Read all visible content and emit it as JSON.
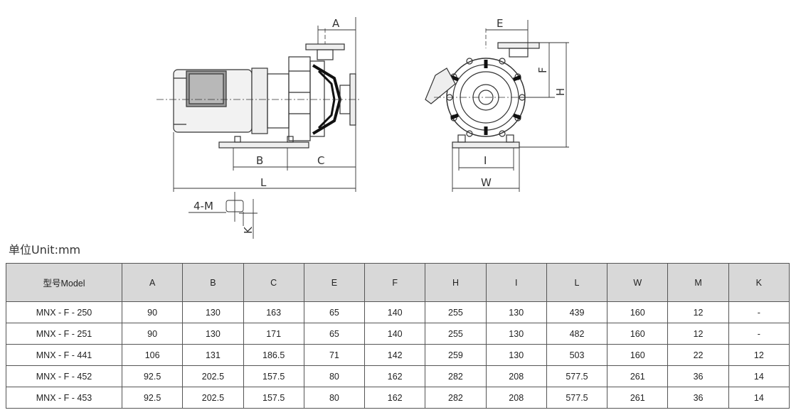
{
  "drawing": {
    "side_labels": {
      "A": "A",
      "B": "B",
      "C": "C",
      "L": "L",
      "M": "4-M",
      "K": "K"
    },
    "front_labels": {
      "E": "E",
      "F": "F",
      "H": "H",
      "I": "I",
      "W": "W"
    }
  },
  "unit_text": "单位Unit:mm",
  "table": {
    "headers": [
      "型号Model",
      "A",
      "B",
      "C",
      "E",
      "F",
      "H",
      "I",
      "L",
      "W",
      "M",
      "K"
    ],
    "rows": [
      [
        "MNX - F - 250",
        "90",
        "130",
        "163",
        "65",
        "140",
        "255",
        "130",
        "439",
        "160",
        "12",
        "-"
      ],
      [
        "MNX - F - 251",
        "90",
        "130",
        "171",
        "65",
        "140",
        "255",
        "130",
        "482",
        "160",
        "12",
        "-"
      ],
      [
        "MNX - F - 441",
        "106",
        "131",
        "186.5",
        "71",
        "142",
        "259",
        "130",
        "503",
        "160",
        "22",
        "12"
      ],
      [
        "MNX - F - 452",
        "92.5",
        "202.5",
        "157.5",
        "80",
        "162",
        "282",
        "208",
        "577.5",
        "261",
        "36",
        "14"
      ],
      [
        "MNX - F - 453",
        "92.5",
        "202.5",
        "157.5",
        "80",
        "162",
        "282",
        "208",
        "577.5",
        "261",
        "36",
        "14"
      ]
    ]
  }
}
